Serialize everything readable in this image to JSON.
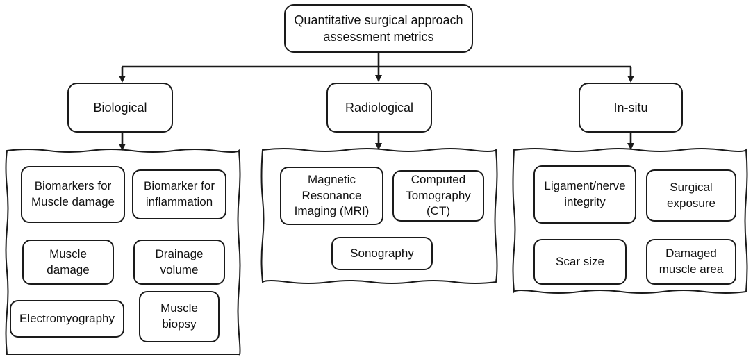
{
  "root": {
    "label": "Quantitative surgical approach\nassessment metrics"
  },
  "categories": [
    {
      "label": "Biological",
      "items": [
        "Biomarkers for\nMuscle damage",
        "Biomarker for\ninflammation",
        "Muscle\ndamage",
        "Drainage\nvolume",
        "Electromyography",
        "Muscle\nbiopsy"
      ]
    },
    {
      "label": "Radiological",
      "items": [
        "Magnetic\nResonance\nImaging (MRI)",
        "Computed\nTomography\n(CT)",
        "Sonography"
      ]
    },
    {
      "label": "In-situ",
      "items": [
        "Ligament/nerve\nintegrity",
        "Surgical\nexposure",
        "Scar size",
        "Damaged\nmuscle area"
      ]
    }
  ],
  "colors": {
    "stroke": "#1a1a1a",
    "background": "#ffffff"
  }
}
